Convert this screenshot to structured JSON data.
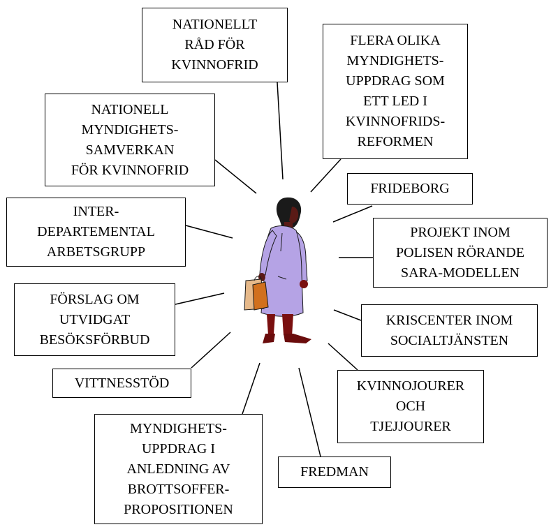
{
  "diagram": {
    "boxes": {
      "nationellt_rad": "NATIONELLT\nRÅD FÖR\nKVINNOFRID",
      "flera_olika": "FLERA OLIKA\nMYNDIGHETS-\nUPPDRAG SOM\nETT LED I\nKVINNOFRIDS-\nREFORMEN",
      "nationell_myndighet": "NATIONELL\nMYNDIGHETS-\nSAMVERKAN\nFÖR KVINNOFRID",
      "frideborg": "FRIDEBORG",
      "inter_departemental": "INTER-\nDEPARTEMENTAL\nARBETSGRUPP",
      "projekt_polisen": "PROJEKT INOM\nPOLISEN RÖRANDE\nSARA-MODELLEN",
      "forslag_besoksforbud": "FÖRSLAG OM\nUTVIDGAT\nBESÖKSFÖRBUD",
      "kriscenter": "KRISCENTER INOM\nSOCIALTJÄNSTEN",
      "vittnesstod": "VITTNESSTÖD",
      "kvinnojourer": "KVINNOJOURER\nOCH\nTJEJJOURER",
      "myndighetsuppdrag_brottsoffer": "MYNDIGHETS-\nUPPDRAG I\nANLEDNING AV\nBROTTSOFFER-\nPROPOSITIONEN",
      "fredman": "FREDMAN"
    },
    "center_figure": "woman-walking-clipart"
  }
}
